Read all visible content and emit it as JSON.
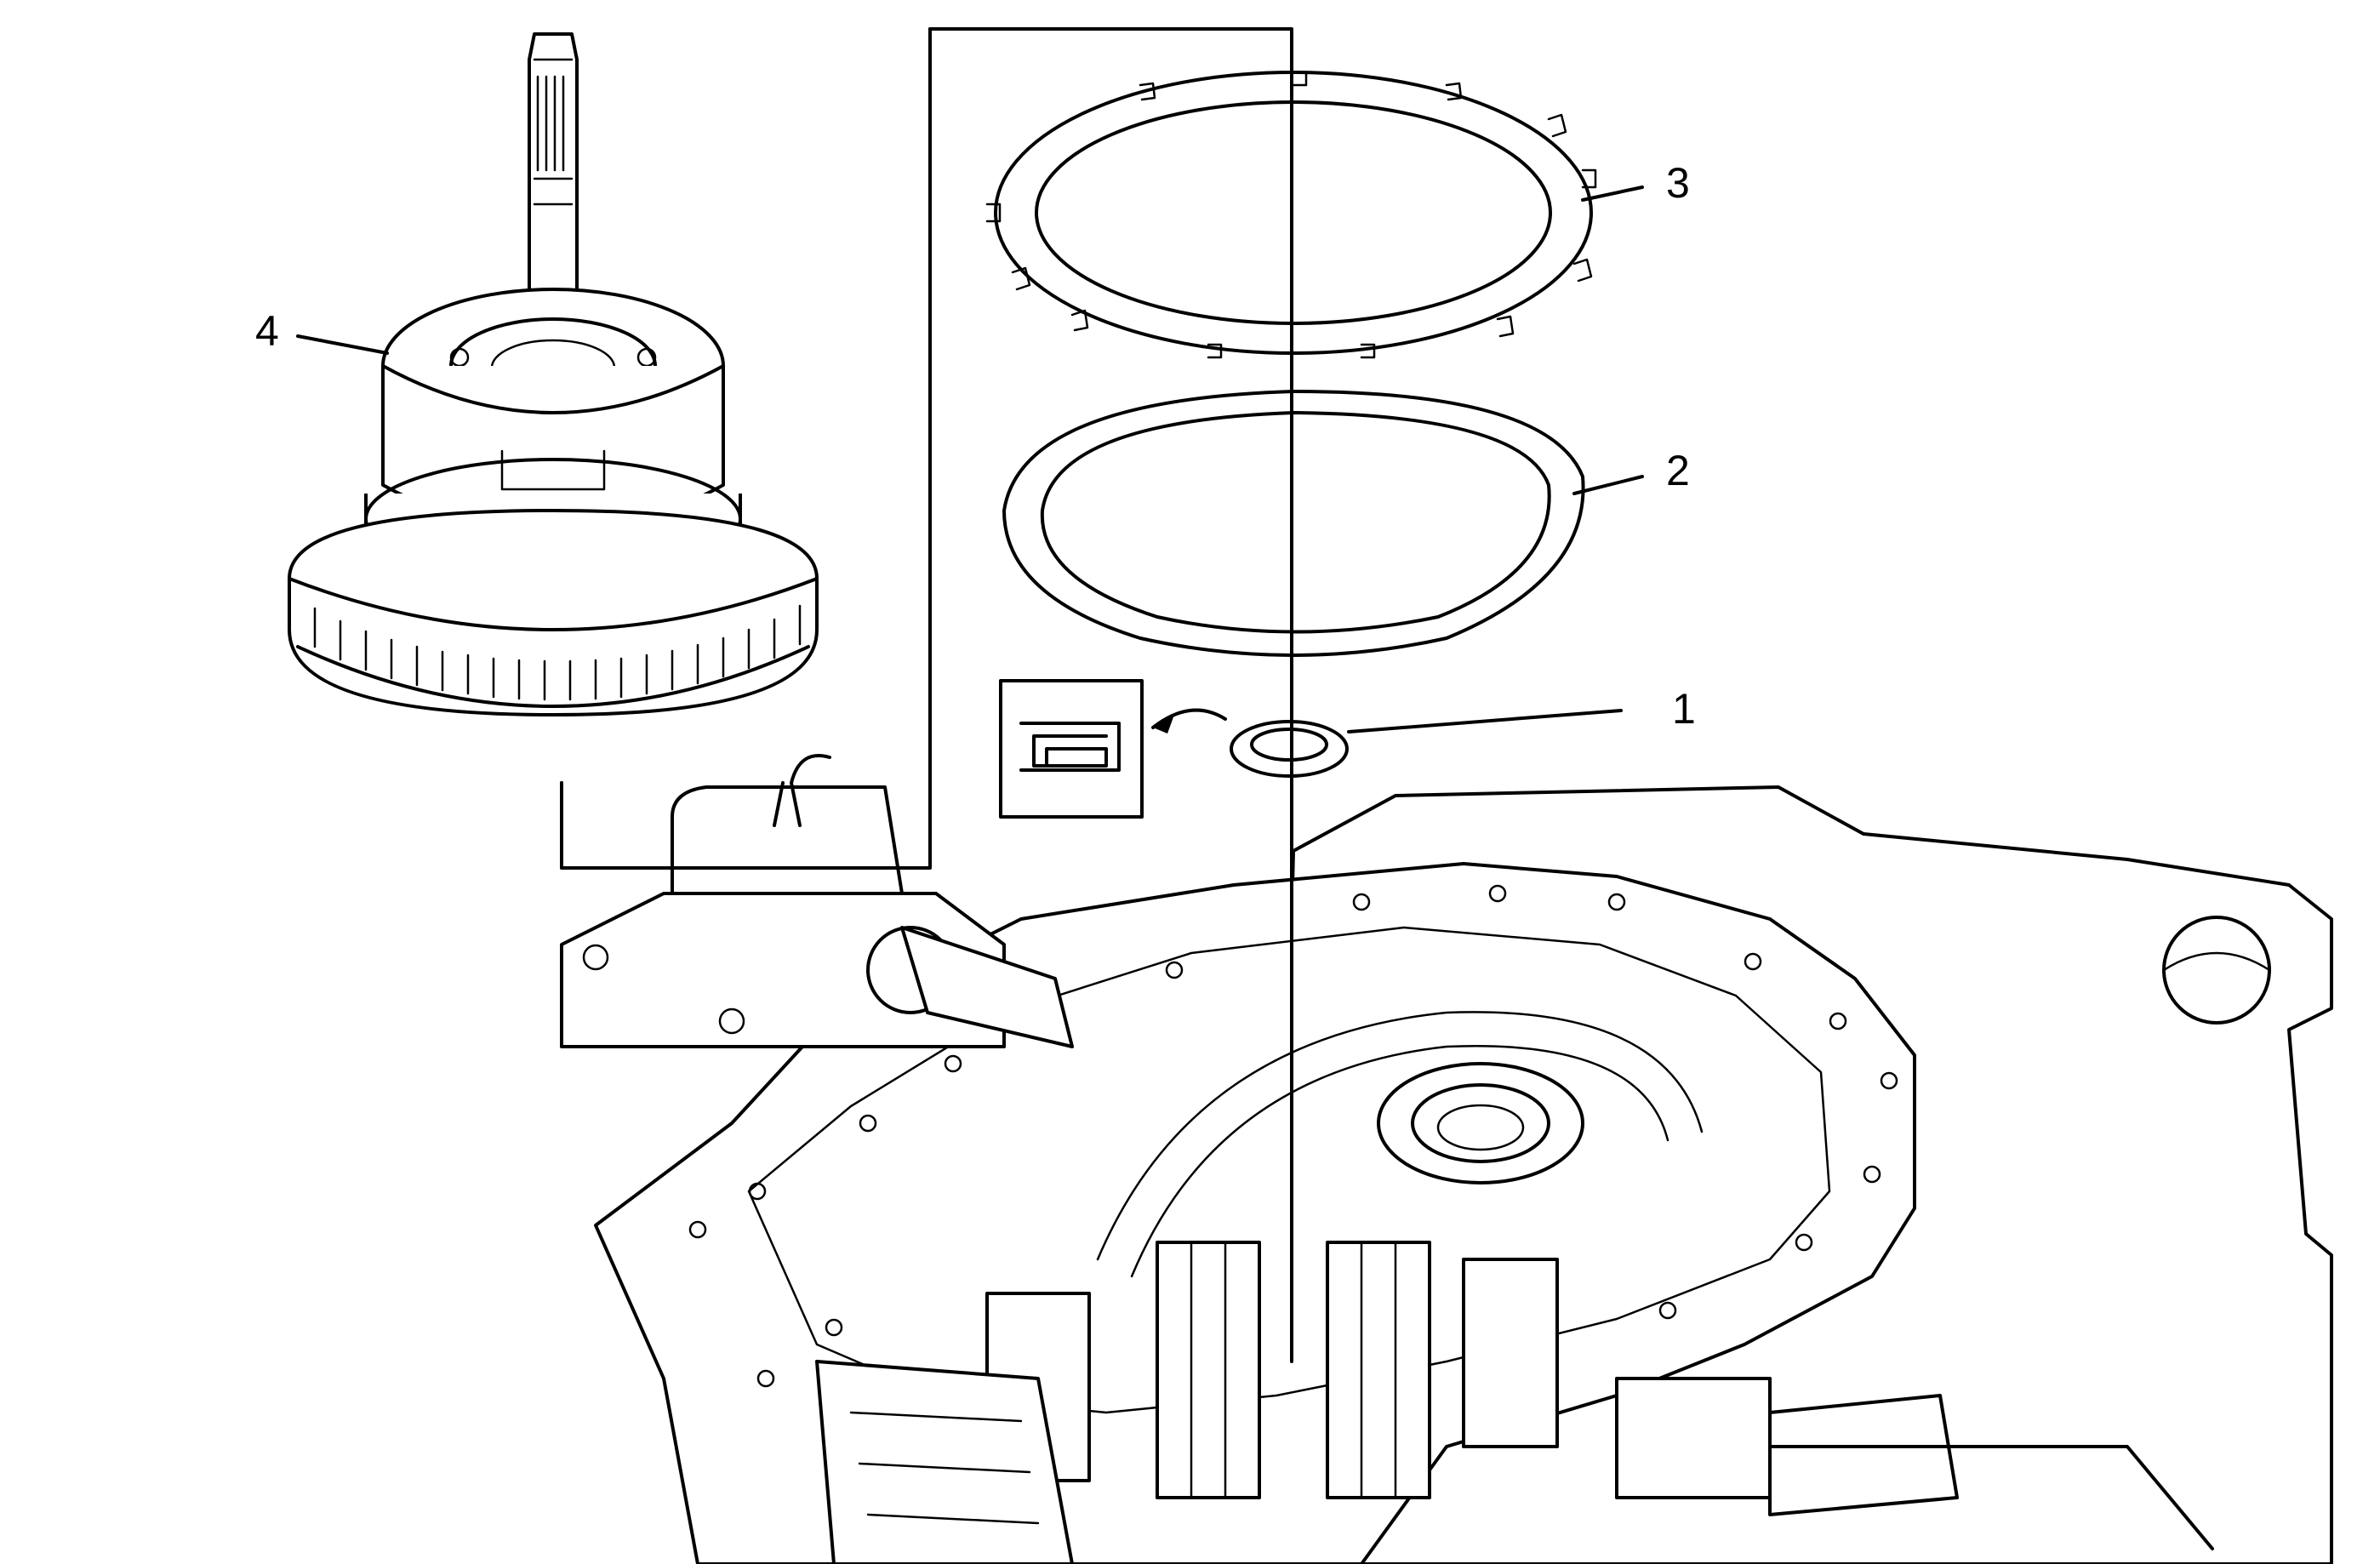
{
  "callouts": {
    "c1": "1",
    "c2": "2",
    "c3": "3",
    "c4": "4"
  },
  "parts": {
    "item_1": "seal-ring",
    "item_2": "wave-plate",
    "item_3": "clutch-plate",
    "item_4": "clutch-drum-assembly"
  },
  "colors": {
    "ink": "#000000",
    "paper": "#ffffff"
  }
}
